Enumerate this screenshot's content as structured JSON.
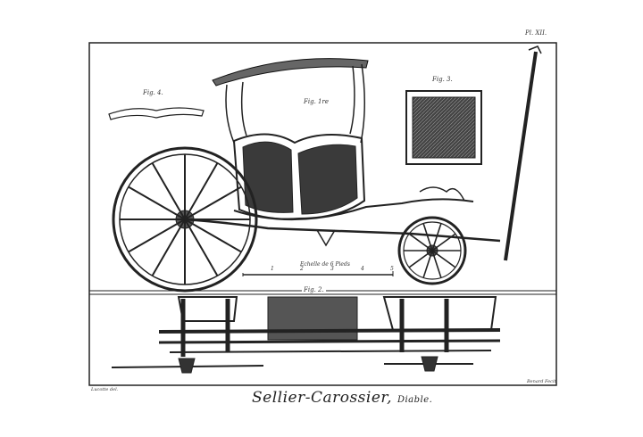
{
  "plate": {
    "plate_number": "Pl. XII.",
    "title": "Sellier-Carossier,",
    "subtitle": "Diable.",
    "credit_left": "Lucotte del.",
    "credit_right": "Benard Fecit"
  },
  "figures": {
    "fig1": "Fig. 1re",
    "fig2": "Fig. 2.",
    "fig3": "Fig. 3.",
    "fig4": "Fig. 4."
  },
  "scale": {
    "label": "Echelle de 6 Pieds",
    "ticks": [
      "1",
      "2",
      "3",
      "4",
      "5"
    ]
  },
  "colors": {
    "ink": "#222222",
    "paper": "#ffffff"
  }
}
